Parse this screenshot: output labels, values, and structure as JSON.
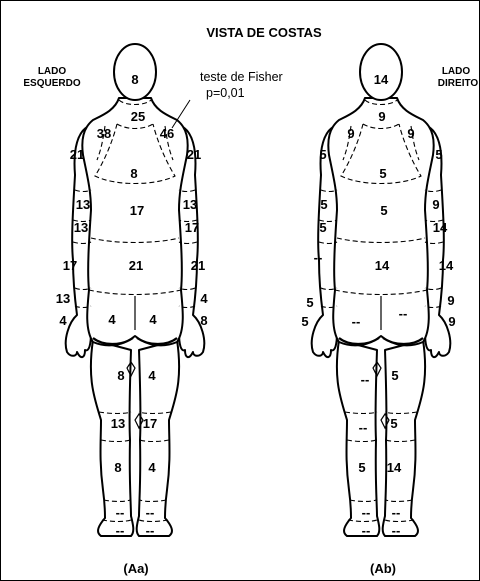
{
  "title": "VISTA DE COSTAS",
  "left_side_label": [
    "LADO",
    "ESQUERDO"
  ],
  "right_side_label": [
    "LADO",
    "DIREITO"
  ],
  "annotation": {
    "test": "teste de Fisher",
    "p_value": "p=0,01"
  },
  "panels": {
    "Aa": {
      "caption": "(Aa)",
      "regions": {
        "head": "8",
        "neck": "25",
        "shoulder_left": "38",
        "shoulder_right": "46",
        "upper_arm_left": "21",
        "upper_arm_right": "21",
        "upper_back": "8",
        "elbow_left": "13",
        "elbow_right": "13",
        "mid_back": "17",
        "forearm_upper_left": "13",
        "forearm_upper_right": "17",
        "forearm_left": "17",
        "forearm_right": "21",
        "lower_back": "21",
        "wrist_left": "13",
        "wrist_right": "4",
        "hand_left": "4",
        "hand_right": "8",
        "buttock_left": "4",
        "buttock_right": "4",
        "thigh_left": "8",
        "thigh_right": "4",
        "knee_left": "13",
        "knee_right": "17",
        "calf_left": "8",
        "calf_right": "4",
        "ankle_left": "--",
        "ankle_right": "--",
        "foot_left": "--",
        "foot_right": "--"
      }
    },
    "Ab": {
      "caption": "(Ab)",
      "regions": {
        "head": "14",
        "neck": "9",
        "shoulder_left": "9",
        "shoulder_right": "9",
        "upper_arm_left": "5",
        "upper_arm_right": "5",
        "upper_back": "5",
        "elbow_left": "5",
        "elbow_right": "9",
        "mid_back": "5",
        "forearm_upper_left": "5",
        "forearm_upper_right": "14",
        "forearm_left": "--",
        "forearm_right": "14",
        "lower_back": "14",
        "wrist_left": "5",
        "wrist_right": "9",
        "hand_left": "5",
        "hand_right": "9",
        "buttock_left": "--",
        "buttock_right": "--",
        "thigh_left": "--",
        "thigh_right": "5",
        "knee_left": "--",
        "knee_right": "5",
        "calf_left": "5",
        "calf_right": "14",
        "ankle_left": "--",
        "ankle_right": "--",
        "foot_left": "--",
        "foot_right": "--"
      }
    }
  }
}
